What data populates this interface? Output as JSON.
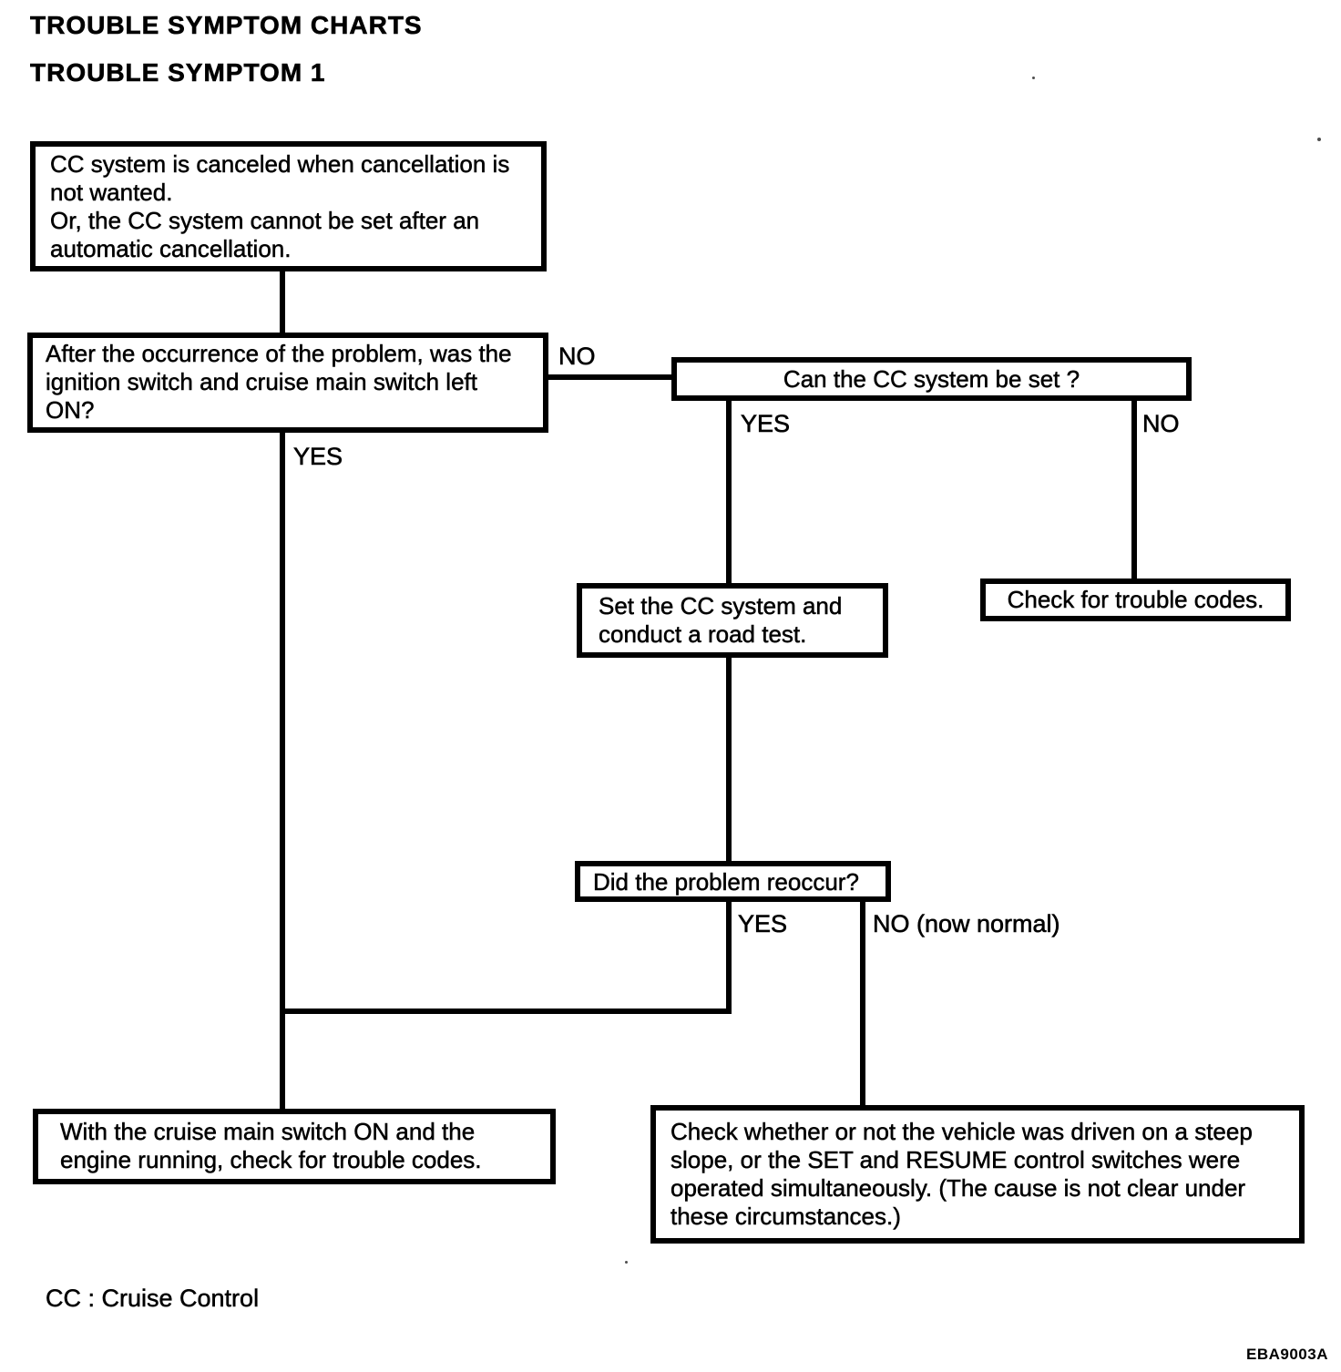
{
  "page": {
    "title": "TROUBLE SYMPTOM CHARTS",
    "subtitle": "TROUBLE SYMPTOM 1",
    "footer_note": "CC : Cruise Control",
    "figure_code": "EBA9003A"
  },
  "colors": {
    "ink": "#000000",
    "paper": "#ffffff"
  },
  "flowchart": {
    "nodes": {
      "symptom": {
        "text": "CC system is canceled when cancellation is\nnot wanted.\nOr, the CC system cannot be set after an\nautomatic cancellation."
      },
      "q_ignition": {
        "text": "After the occurrence of the problem, was the\nignition switch and cruise main switch left\nON?"
      },
      "q_can_set": {
        "text": "Can the CC system be set ?"
      },
      "set_road_test": {
        "text": "Set the CC system and\nconduct a road test."
      },
      "check_codes": {
        "text": "Check for trouble codes."
      },
      "q_reoccur": {
        "text": "Did the problem reoccur?"
      },
      "check_codes_engine": {
        "text": "With the cruise main switch ON and the\nengine running, check for trouble codes."
      },
      "check_steep_slope": {
        "text": "Check whether or not the vehicle was driven on a steep\nslope, or the SET and RESUME control switches were\noperated simultaneously. (The cause is not clear under\nthese circumstances.)"
      }
    },
    "labels": {
      "q_ignition_no": "NO",
      "q_ignition_yes": "YES",
      "q_can_set_yes": "YES",
      "q_can_set_no": "NO",
      "q_reoccur_yes": "YES",
      "q_reoccur_no": "NO (now normal)"
    }
  }
}
